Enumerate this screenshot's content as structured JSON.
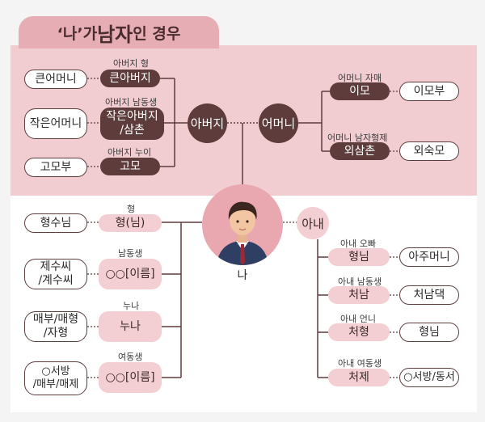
{
  "title": {
    "prefix": "‘나’가 ",
    "highlight": "남자",
    "suffix": "인 경우"
  },
  "father_side": {
    "brother_older_label": "아버지 형",
    "brother_older": "큰아버지",
    "brother_older_wife": "큰어머니",
    "brother_younger_label": "아버지 남동생",
    "brother_younger": "작은아버지\n/삼촌",
    "brother_younger_wife": "작은어머니",
    "sister_label": "아버지 누이",
    "sister": "고모",
    "sister_husband": "고모부"
  },
  "parents": {
    "father": "아버지",
    "mother": "어머니"
  },
  "mother_side": {
    "sister_label": "어머니 자매",
    "sister": "이모",
    "sister_husband": "이모부",
    "brother_label": "어머니 남자형제",
    "brother": "외삼촌",
    "brother_wife": "외숙모"
  },
  "me": {
    "label": "나"
  },
  "siblings": {
    "older_brother_label": "형",
    "older_brother": "형(님)",
    "older_brother_wife": "형수님",
    "younger_brother_label": "남동생",
    "younger_brother": "○○[이름]",
    "younger_brother_wife": "제수씨\n/계수씨",
    "older_sister_label": "누나",
    "older_sister": "누나",
    "older_sister_husband": "매부/매형\n/자형",
    "younger_sister_label": "여동생",
    "younger_sister": "○○[이름]",
    "younger_sister_husband": "○서방\n/매부/매제"
  },
  "wife_side": {
    "wife": "아내",
    "older_brother_label": "아내 오빠",
    "older_brother": "형님",
    "older_brother_wife": "아주머니",
    "younger_brother_label": "아내 남동생",
    "younger_brother": "처남",
    "younger_brother_wife": "처남댁",
    "older_sister_label": "아내 언니",
    "older_sister": "처형",
    "older_sister_husband": "형님",
    "younger_sister_label": "아내 여동생",
    "younger_sister": "처제",
    "younger_sister_husband": "○서방/동서"
  },
  "colors": {
    "dark": "#5e3c3c",
    "pink": "#f3ced2",
    "band": "#f1cdd1",
    "tab": "#e6adb4"
  }
}
